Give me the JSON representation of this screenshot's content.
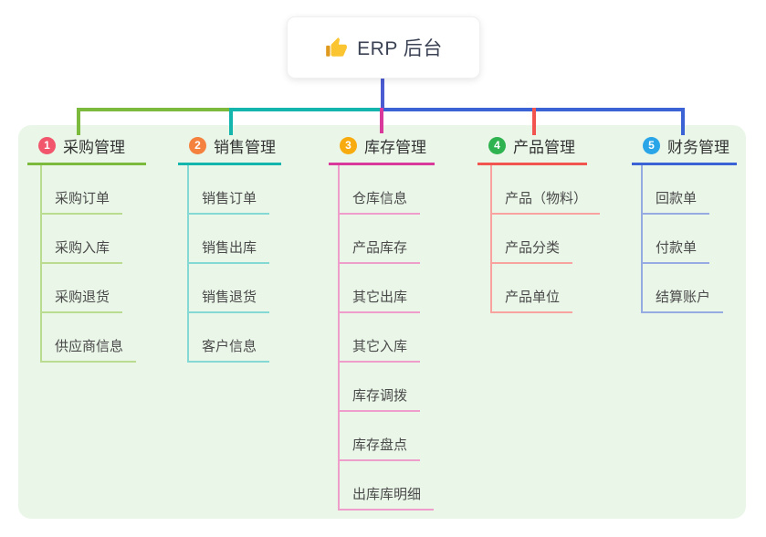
{
  "root": {
    "title": "ERP 后台",
    "icon": "thumbs-up-icon",
    "icon_colors": {
      "hand": "#fbc531",
      "cuff": "#df9a1e"
    }
  },
  "canvas": {
    "background": "#ffffff",
    "panel_background": "#eaf7e8",
    "trunk_color": "#4b5bd2"
  },
  "columns": [
    {
      "badge": "1",
      "title": "采购管理",
      "badge_color": "#f2566c",
      "line_color": "#7cba3d",
      "item_line_color": "#b9dc90",
      "items": [
        "采购订单",
        "采购入库",
        "采购退货",
        "供应商信息"
      ]
    },
    {
      "badge": "2",
      "title": "销售管理",
      "badge_color": "#f5813f",
      "line_color": "#13b5ad",
      "item_line_color": "#85d9d4",
      "items": [
        "销售订单",
        "销售出库",
        "销售退货",
        "客户信息"
      ]
    },
    {
      "badge": "3",
      "title": "库存管理",
      "badge_color": "#f8ab0f",
      "line_color": "#d9399b",
      "item_line_color": "#ef9ecb",
      "items": [
        "仓库信息",
        "产品库存",
        "其它出库",
        "其它入库",
        "库存调拨",
        "库存盘点",
        "出库库明细"
      ]
    },
    {
      "badge": "4",
      "title": "产品管理",
      "badge_color": "#2fb350",
      "line_color": "#f2544f",
      "item_line_color": "#f9a3a0",
      "items": [
        "产品（物料）",
        "产品分类",
        "产品单位"
      ]
    },
    {
      "badge": "5",
      "title": "财务管理",
      "badge_color": "#29a5e8",
      "line_color": "#3c63d6",
      "item_line_color": "#97abe3",
      "items": [
        "回款单",
        "付款单",
        "结算账户"
      ]
    }
  ]
}
